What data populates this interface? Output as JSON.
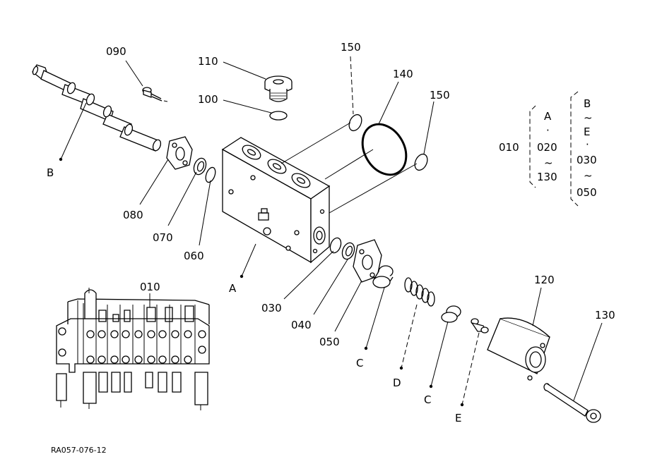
{
  "labels": {
    "p090": "090",
    "p110": "110",
    "p100": "100",
    "p150a": "150",
    "p140": "140",
    "p150b": "150",
    "p080": "080",
    "p070": "070",
    "p060": "060",
    "p030": "030",
    "p040": "040",
    "p050": "050",
    "p120": "120",
    "p130": "130",
    "p010": "010",
    "refA": "A",
    "refB": "B",
    "refC1": "C",
    "refC2": "C",
    "refD": "D",
    "refE": "E"
  },
  "legend": {
    "code": "010",
    "left": [
      "A",
      "·",
      "020",
      "~",
      "130"
    ],
    "right": [
      "B",
      "~",
      "E",
      "·",
      "030",
      "~",
      "050"
    ]
  },
  "footer": {
    "ref": "RA057-076-12"
  }
}
